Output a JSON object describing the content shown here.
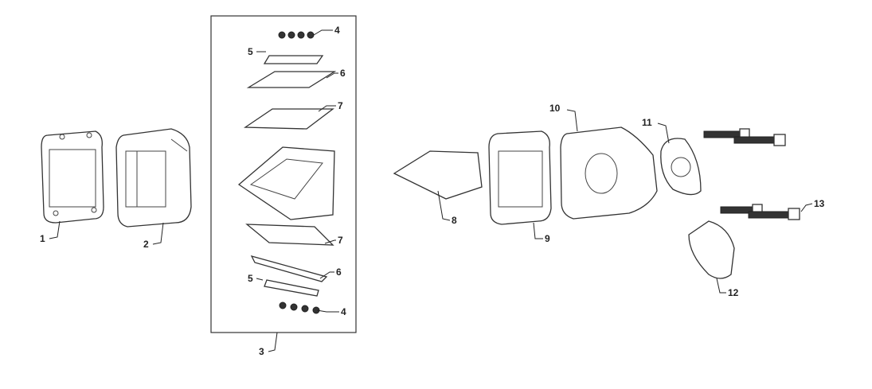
{
  "diagram": {
    "callouts": {
      "c1": "1",
      "c2": "2",
      "c3": "3",
      "c4a": "4",
      "c4b": "4",
      "c5a": "5",
      "c5b": "5",
      "c6a": "6",
      "c6b": "6",
      "c7a": "7",
      "c7b": "7",
      "c8": "8",
      "c9": "9",
      "c10": "10",
      "c11": "11",
      "c12": "12",
      "c13": "13"
    }
  }
}
